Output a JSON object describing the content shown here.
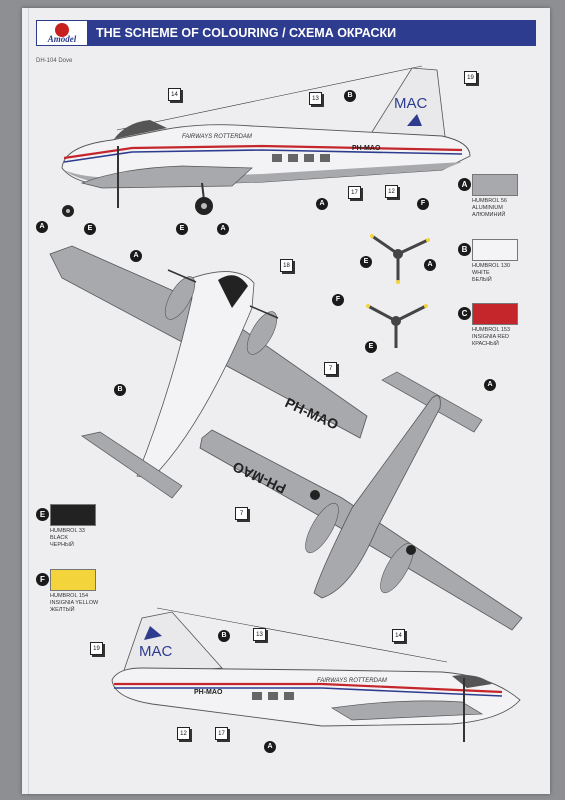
{
  "header": {
    "logo_text": "Amodel",
    "title": "THE SCHEME OF COLOURING / СХЕМА ОКРАСКИ"
  },
  "subtitle": "DH-104 Dove",
  "aircraft_markings": {
    "tail_code": "MAC",
    "airline": "FAIRWAYS ROTTERDAM",
    "registration": "PH-MAO"
  },
  "colors": {
    "title_bar": "#2e3c8f",
    "aluminium": "#a7a9ad",
    "white": "#f4f4f6",
    "insignia_red": "#c4262c",
    "black": "#222222",
    "insignia_yellow": "#f3d43a"
  },
  "paint_chart": [
    {
      "letter": "A",
      "lines": [
        "HUMBROL 56",
        "ALUMINIUM",
        "АЛЮМИНИЙ"
      ]
    },
    {
      "letter": "B",
      "lines": [
        "HUMBROL 130",
        "WHITE",
        "БЕЛЫЙ"
      ]
    },
    {
      "letter": "C",
      "lines": [
        "HUMBROL 153",
        "INSIGNIA RED",
        "КРАСНЫЙ"
      ]
    },
    {
      "letter": "E",
      "lines": [
        "HUMBROL 33",
        "BLACK",
        "ЧЕРНЫЙ"
      ]
    },
    {
      "letter": "F",
      "lines": [
        "HUMBROL 154",
        "INSIGNIA YELLOW",
        "ЖЕЛТЫЙ"
      ]
    }
  ],
  "callouts": {
    "side_top": [
      "14",
      "13",
      "19",
      "17",
      "12"
    ],
    "top_view": [
      "18",
      "7"
    ],
    "bottom_view": [
      "7"
    ],
    "side_bottom": [
      "19",
      "13",
      "14",
      "12",
      "17"
    ]
  },
  "color_letters": {
    "A": "A",
    "B": "B",
    "C": "C",
    "E": "E",
    "F": "F"
  }
}
